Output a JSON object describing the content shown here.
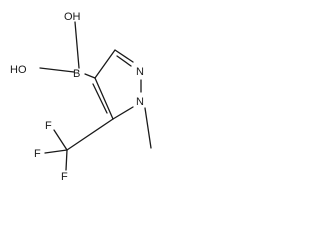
{
  "molecule": {
    "atoms": {
      "oh_top": "OH",
      "oh_left": "HO",
      "boron": "B",
      "nitrogen_upper": "N",
      "nitrogen_lower": "N",
      "fluorine_top": "F",
      "fluorine_left": "F",
      "fluorine_bottom": "F"
    }
  }
}
